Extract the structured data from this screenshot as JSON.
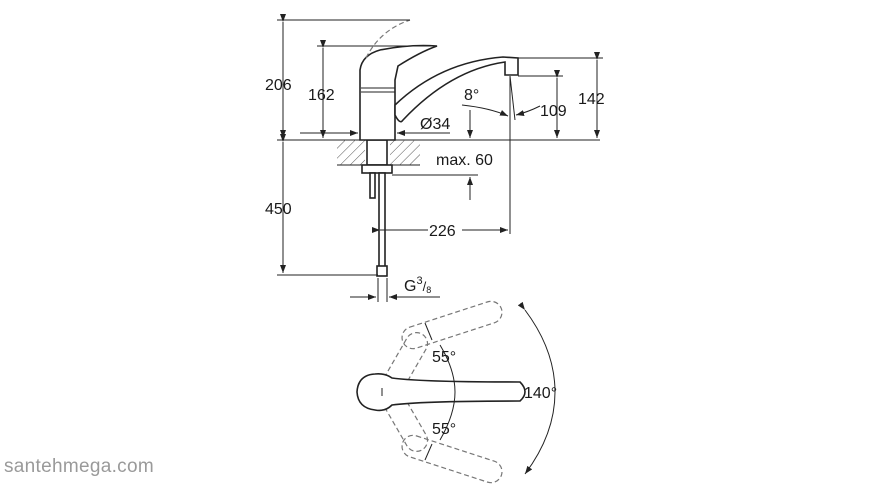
{
  "side_view": {
    "dim_total_height": "206",
    "dim_lever_height": "162",
    "dim_spout_height": "142",
    "dim_outlet_height": "109",
    "dim_angle": "8°",
    "dim_diameter": "Ø34",
    "dim_counter_thickness": "max. 60",
    "dim_hose_length": "450",
    "dim_reach": "226",
    "dim_thread_main": "G",
    "dim_thread_num": "3",
    "dim_thread_den": "8"
  },
  "top_view": {
    "angle_upper": "55°",
    "angle_lower": "55°",
    "angle_total": "140°"
  },
  "watermark": "santehmega.com"
}
